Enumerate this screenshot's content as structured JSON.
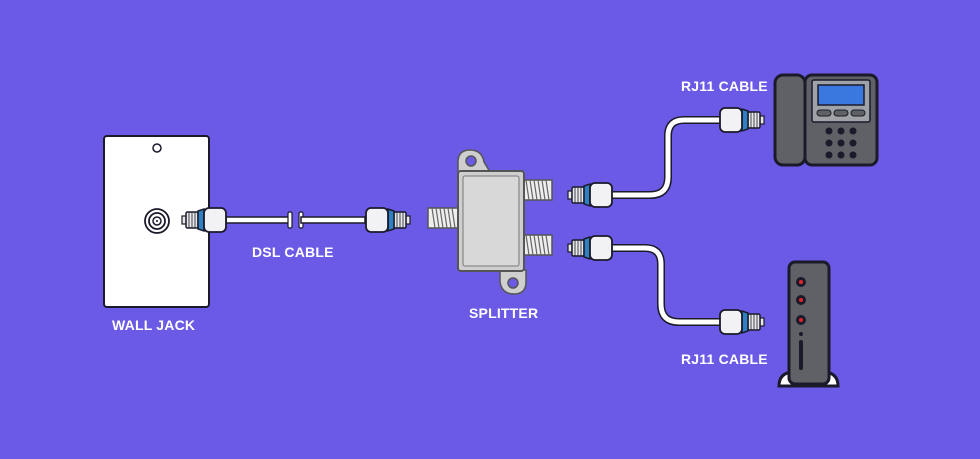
{
  "diagram": {
    "type": "dsl-splitter-wiring",
    "background_color": "#6b5ae6",
    "labels": {
      "wall_jack": "WALL JACK",
      "dsl_cable": "DSL CABLE",
      "splitter": "SPLITTER",
      "rj11_cable_top": "RJ11 CABLE",
      "rj11_cable_bottom": "RJ11 CABLE"
    },
    "nodes": [
      {
        "id": "wall-jack",
        "label": "WALL JACK"
      },
      {
        "id": "splitter",
        "label": "SPLITTER"
      },
      {
        "id": "telephone",
        "label": ""
      },
      {
        "id": "modem",
        "label": ""
      }
    ],
    "edges": [
      {
        "from": "wall-jack",
        "to": "splitter",
        "label": "DSL CABLE"
      },
      {
        "from": "splitter",
        "to": "telephone",
        "label": "RJ11 CABLE"
      },
      {
        "from": "splitter",
        "to": "modem",
        "label": "RJ11 CABLE"
      }
    ],
    "colors": {
      "outline": "#1a1a2a",
      "connector_band": "#2f7fc1",
      "device_body": "#5f6166",
      "phone_screen": "#3a78e0",
      "modem_led": "#e0242a",
      "splitter_body": "#cfcfcf"
    }
  }
}
